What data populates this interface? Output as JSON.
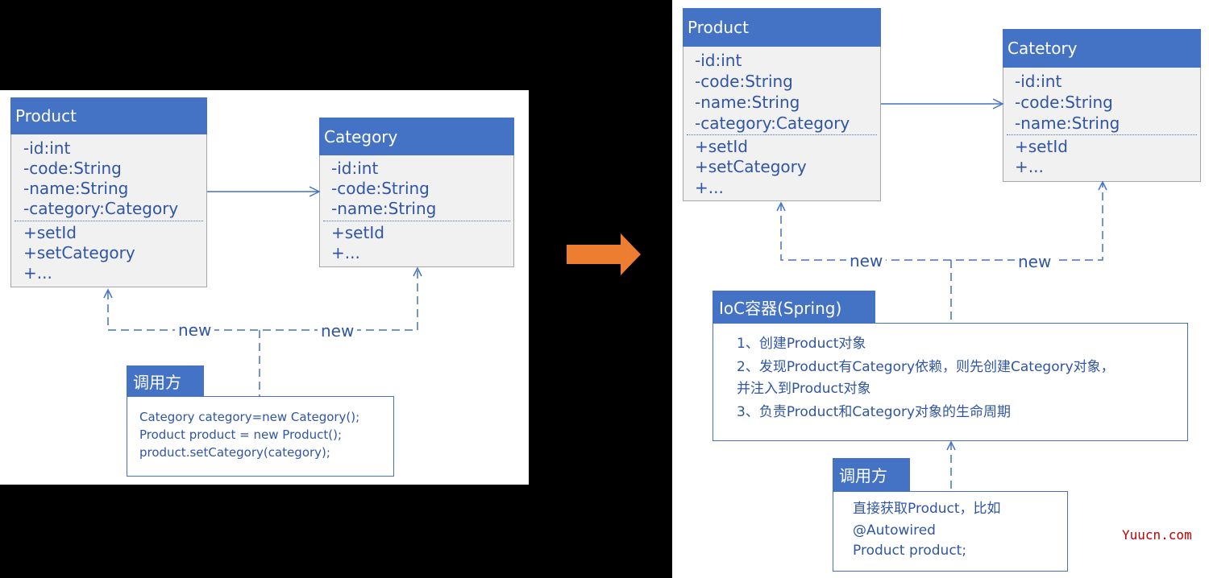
{
  "left": {
    "product": {
      "title": "Product",
      "attrs": [
        "-id:int",
        "-code:String",
        "-name:String",
        "-category:Category"
      ],
      "methods": [
        "+setId",
        "+setCategory",
        "+..."
      ]
    },
    "category": {
      "title": "Category",
      "attrs": [
        "-id:int",
        "-code:String",
        "-name:String"
      ],
      "methods": [
        "+setId",
        "+..."
      ]
    },
    "new_labels": [
      "new",
      "new"
    ],
    "caller": {
      "tab": "调用方",
      "lines": [
        "Category category=new Category();",
        "Product product = new Product();",
        "product.setCategory(category);"
      ]
    }
  },
  "right": {
    "product": {
      "title": "Product",
      "attrs": [
        "-id:int",
        "-code:String",
        "-name:String",
        "-category:Category"
      ],
      "methods": [
        "+setId",
        "+setCategory",
        "+..."
      ]
    },
    "category": {
      "title": "Catetory",
      "attrs": [
        "-id:int",
        "-code:String",
        "-name:String"
      ],
      "methods": [
        "+setId",
        "+..."
      ]
    },
    "new_labels": [
      "new",
      "new"
    ],
    "ioc": {
      "tab": "IoC容器(Spring)",
      "lines": [
        "1、创建Product对象",
        "2、发现Product有Category依赖，则先创建Category对象，",
        "并注入到Product对象",
        "3、负责Product和Category对象的生命周期"
      ]
    },
    "caller": {
      "tab": "调用方",
      "lines": [
        "直接获取Product，比如",
        "@Autowired",
        "Product product;"
      ]
    }
  },
  "watermark": "Yuucn.com",
  "colors": {
    "accent": "#4472c4",
    "text": "#2f55a4",
    "arrow": "#ed7d31"
  }
}
